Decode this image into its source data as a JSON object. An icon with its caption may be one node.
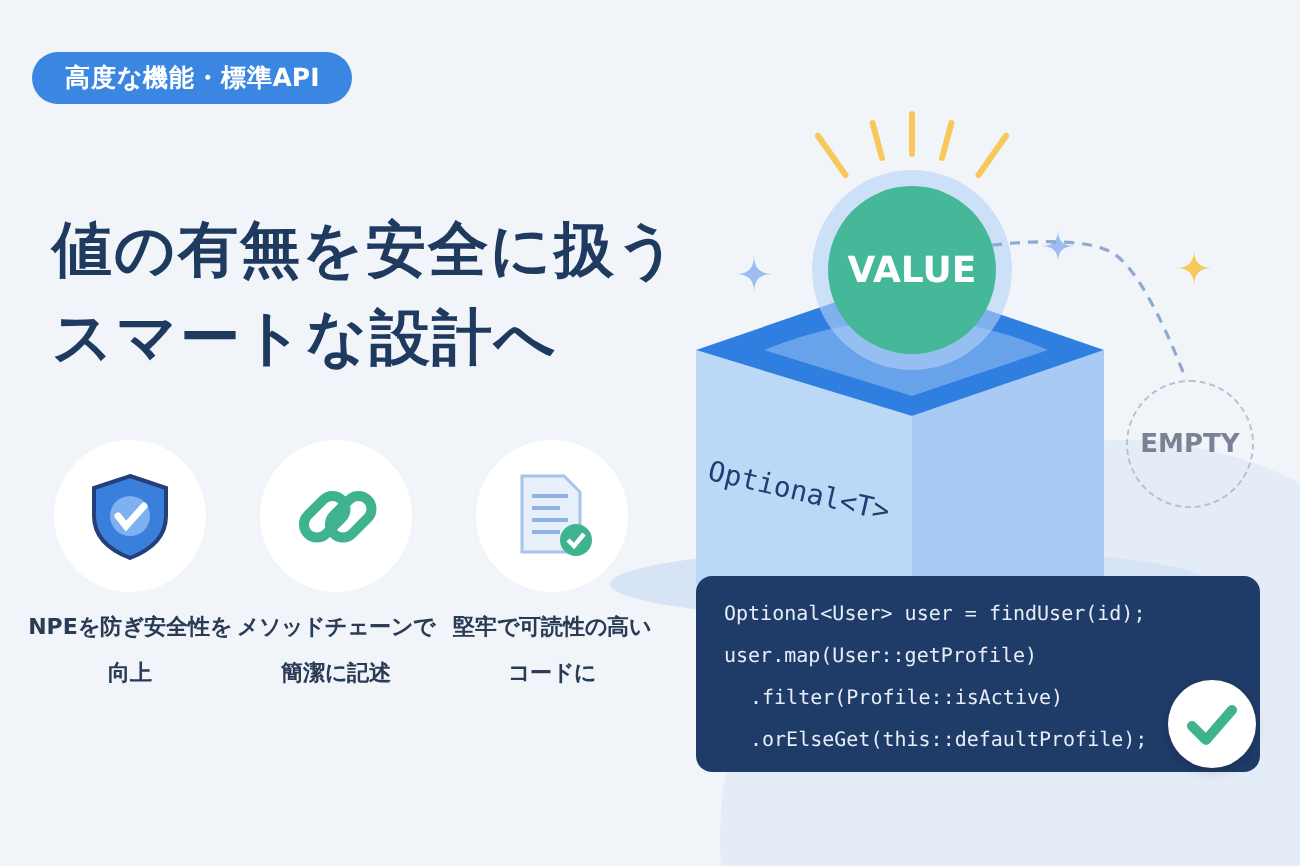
{
  "diagram": {
    "title": "値の有無を安全に扱うスマートな設計へ",
    "nodes": [
      {
        "text": [
          "高度な機能・標準API"
        ]
      },
      {
        "text": [
          "VALUE"
        ]
      },
      {
        "text": [
          "Optional<T>"
        ]
      },
      {
        "text": [
          "EMPTY"
        ]
      },
      {
        "text": [
          "NPEを防ぎ安全性を向上"
        ]
      },
      {
        "text": [
          "メソッドチェーンで簡潔に記述"
        ]
      },
      {
        "text": [
          "堅牢で可読性の高いコードに"
        ]
      },
      {
        "text": [
          "Optional<User> user = findUser(id);",
          "user.map(User::getProfile)",
          ".filter(Profile::isActive)",
          ".orElseGet(this::defaultProfile);"
        ]
      }
    ],
    "edges": [
      {
        "from": 1,
        "to": 3,
        "arrow": "none",
        "style": "dashed"
      }
    ]
  }
}
